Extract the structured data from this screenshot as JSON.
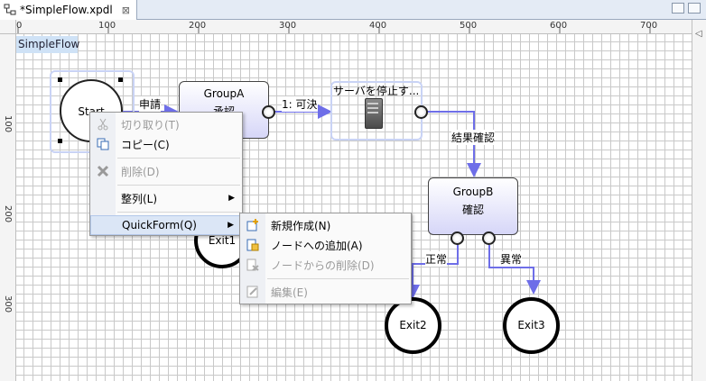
{
  "tab": {
    "title": "*SimpleFlow.xpdl",
    "close": "⊠"
  },
  "ruler": {
    "top": [
      "0",
      "100",
      "200",
      "300",
      "400",
      "500",
      "600",
      "700"
    ],
    "left": [
      "100",
      "200",
      "300"
    ]
  },
  "flow": {
    "title": "SimpleFlow"
  },
  "nodes": {
    "start": "Start",
    "groupA": {
      "title": "GroupA",
      "sub": "承認"
    },
    "server": "サーバを停止す...",
    "groupB": {
      "title": "GroupB",
      "sub": "確認"
    },
    "exit1": "Exit1",
    "exit2": "Exit2",
    "exit3": "Exit3"
  },
  "edges": {
    "apply": "申請",
    "approve": "1: 可決",
    "result": "結果確認",
    "normal": "正常",
    "abnormal": "異常"
  },
  "context_menu": {
    "cut": "切り取り(T)",
    "copy": "コピー(C)",
    "delete": "削除(D)",
    "align": "整列(L)",
    "quickform": "QuickForm(Q)"
  },
  "submenu": {
    "new": "新規作成(N)",
    "add": "ノードへの追加(A)",
    "remove": "ノードからの削除(D)",
    "edit": "編集(E)"
  },
  "colors": {
    "edge": "#7777ee",
    "node_fill": "#d6d6f8",
    "highlight": "#dbe6f6"
  }
}
